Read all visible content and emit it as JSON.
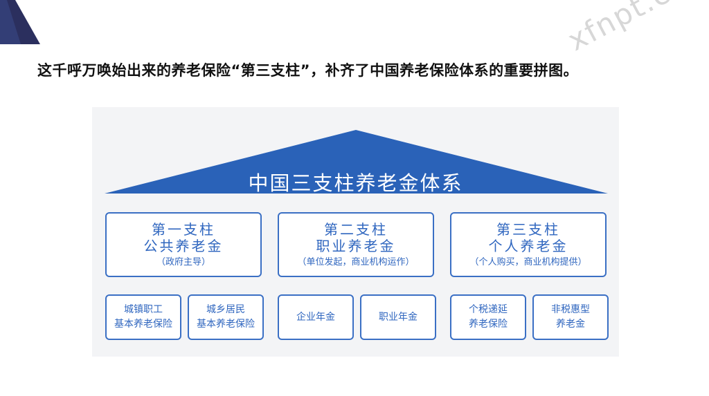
{
  "watermark": "xfnpt.com",
  "headline": "这千呼万唤始出来的养老保险“第三支柱”，补齐了中国养老保险体系的重要拼图。",
  "diagram": {
    "roof_title": "中国三支柱养老金体系",
    "pillars": [
      {
        "name": "第一支柱",
        "kind": "公共养老金",
        "note": "（政府主导）"
      },
      {
        "name": "第二支柱",
        "kind": "职业养老金",
        "note": "（单位发起，商业机构运作）"
      },
      {
        "name": "第三支柱",
        "kind": "个人养老金",
        "note": "（个人购买，商业机构提供）"
      }
    ],
    "subs": [
      {
        "line1": "城镇职工",
        "line2": "基本养老保险"
      },
      {
        "line1": "城乡居民",
        "line2": "基本养老保险"
      },
      {
        "line1": "企业年金",
        "line2": ""
      },
      {
        "line1": "职业年金",
        "line2": ""
      },
      {
        "line1": "个税递延",
        "line2": "养老保险"
      },
      {
        "line1": "非税惠型",
        "line2": "养老金"
      }
    ]
  },
  "colors": {
    "roof_blue": "#2a62b8",
    "border_blue": "#3a6fc4",
    "text_blue": "#2f66bf",
    "corner_navy": "#2b2f5e"
  }
}
